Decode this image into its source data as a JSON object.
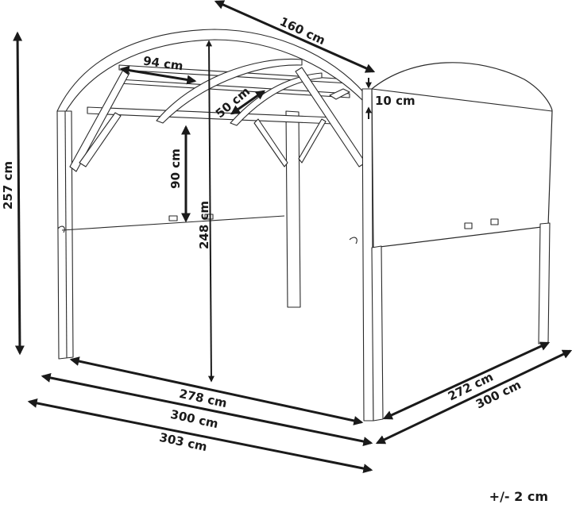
{
  "diagram": {
    "subject": "arched wooden pergola with side canopy",
    "stroke_color": "#2a2a2a",
    "background": "#ffffff"
  },
  "dimensions": {
    "total_height": "257 cm",
    "clearance_height": "248 cm",
    "canopy_drop": "90 cm",
    "roof_arc_length": "160 cm",
    "rafter_spacing": "94 cm",
    "arch_width": "50 cm",
    "beam_thickness": "10 cm",
    "inner_length": "278 cm",
    "post_length": "300 cm",
    "overall_length": "303 cm",
    "inner_depth": "272 cm",
    "overall_depth": "300 cm"
  },
  "footer": {
    "tolerance": "+/- 2 cm"
  }
}
